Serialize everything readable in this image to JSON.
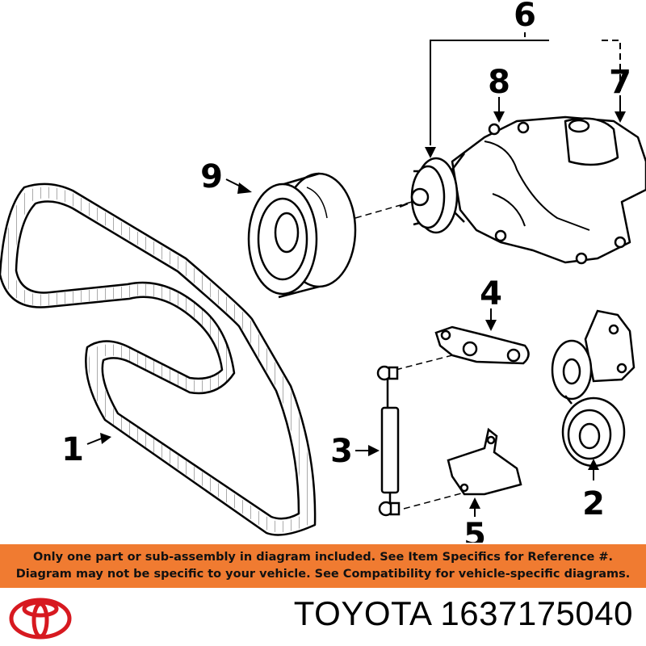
{
  "callouts": {
    "c1": "1",
    "c2": "2",
    "c3": "3",
    "c4": "4",
    "c5": "5",
    "c6": "6",
    "c7": "7",
    "c8": "8",
    "c9": "9"
  },
  "banner": {
    "line1": "Only one part or sub-assembly in diagram included. See Item Specifics for Reference #.",
    "line2": "Diagram may not be specific to your vehicle. See Compatibility for vehicle-specific diagrams."
  },
  "footer": {
    "brand": "TOYOTA",
    "part_number": "1637175040"
  },
  "colors": {
    "banner_bg": "#f07b31",
    "logo_red": "#d71920"
  },
  "icons": {
    "logo": "toyota-logo-icon"
  }
}
